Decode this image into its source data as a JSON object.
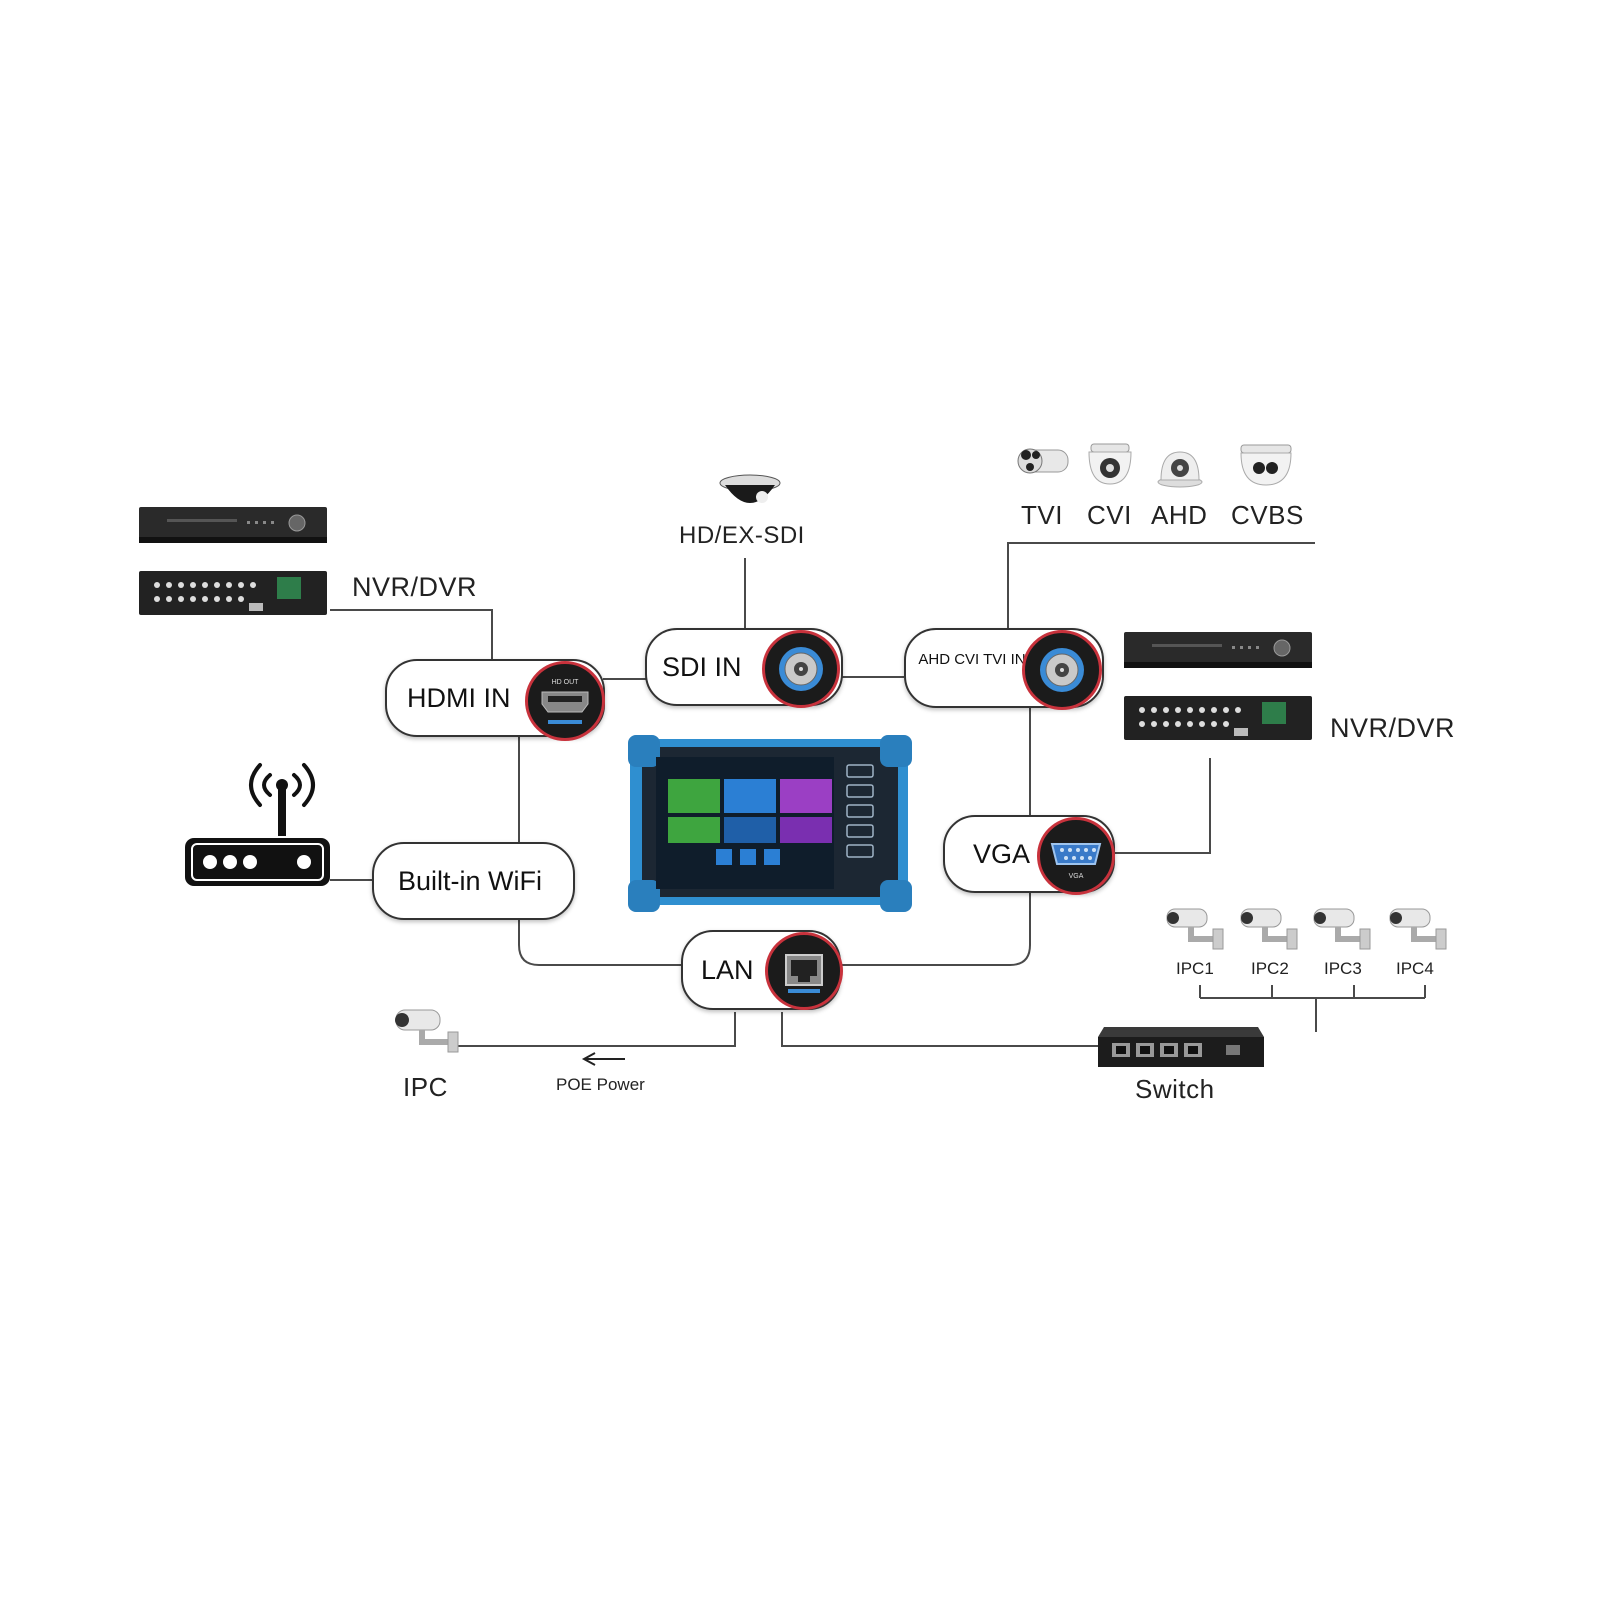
{
  "labels": {
    "nvr_dvr_left": "NVR/DVR",
    "nvr_dvr_right": "NVR/DVR",
    "hd_ex_sdi": "HD/EX-SDI",
    "tvi": "TVI",
    "cvi": "CVI",
    "ahd": "AHD",
    "cvbs": "CVBS",
    "ipc": "IPC",
    "poe_power": "POE Power",
    "switch": "Switch",
    "ipc1": "IPC1",
    "ipc2": "IPC2",
    "ipc3": "IPC3",
    "ipc4": "IPC4"
  },
  "ports": {
    "hdmi_in": "HDMI IN",
    "sdi_in": "SDI IN",
    "ahd_cvi_tvi_in": "AHD CVI TVI IN",
    "built_in_wifi": "Built-in WiFi",
    "vga": "VGA",
    "lan": "LAN"
  },
  "port_tags": {
    "hd_out": "HD OUT",
    "vga": "VGA"
  },
  "colors": {
    "line": "#4a4a4a",
    "port_ring": "#c8323c",
    "device_blue": "#2f8fd0",
    "recorder_body": "#1e1e1e"
  },
  "icons": [
    "nvr-recorder-icon",
    "dome-camera-icon",
    "bullet-camera-icon",
    "wifi-router-icon",
    "network-switch-icon",
    "tester-device-image",
    "hdmi-port-icon",
    "bnc-port-icon",
    "vga-port-icon",
    "rj45-port-icon"
  ]
}
